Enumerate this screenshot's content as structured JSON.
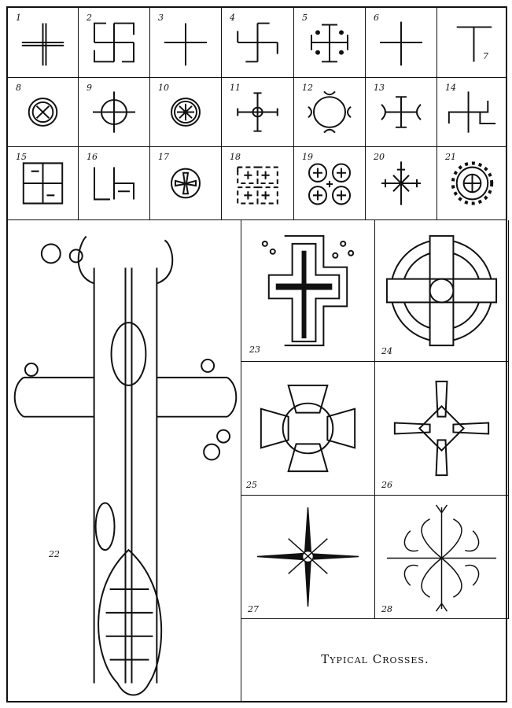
{
  "small_crosses": [
    {
      "number": "1"
    },
    {
      "number": "2"
    },
    {
      "number": "3"
    },
    {
      "number": "4"
    },
    {
      "number": "5"
    },
    {
      "number": "6"
    },
    {
      "number": "7"
    },
    {
      "number": "8"
    },
    {
      "number": "9"
    },
    {
      "number": "10"
    },
    {
      "number": "11"
    },
    {
      "number": "12"
    },
    {
      "number": "13"
    },
    {
      "number": "14"
    },
    {
      "number": "15"
    },
    {
      "number": "16"
    },
    {
      "number": "17"
    },
    {
      "number": "18"
    },
    {
      "number": "19"
    },
    {
      "number": "20"
    },
    {
      "number": "21"
    }
  ],
  "large_crosses": {
    "n22": "22",
    "n23": "23",
    "n24": "24",
    "n25": "25",
    "n26": "26",
    "n27": "27",
    "n28": "28"
  },
  "caption": "Typical Crosses."
}
